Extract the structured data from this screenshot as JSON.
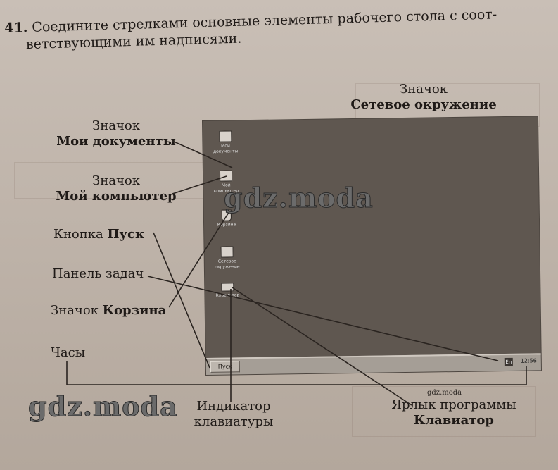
{
  "task": {
    "number": "41.",
    "line1": "Соедините стрелками основные элементы рабочего стола с соот-",
    "line2": "ветствующими им надписями."
  },
  "labels": {
    "network_line1": "Значок",
    "network_line2": "Сетевое окружение",
    "mydocs_line1": "Значок",
    "mydocs_line2": "Мои документы",
    "mycomp_line1": "Значок",
    "mycomp_line2": "Мой компьютер",
    "start_prefix": "Кнопка ",
    "start_bold": "Пуск",
    "taskbar": "Панель задач",
    "trash_prefix": "Значок ",
    "trash_bold": "Корзина",
    "clock": "Часы",
    "keyboard_line1": "Индикатор",
    "keyboard_line2": "клавиатуры",
    "shortcut_line1": "Ярлык программы",
    "shortcut_line2": "Клавиатор"
  },
  "screen": {
    "start_button": "Пуск",
    "clock_time": "12:56",
    "tray_indicator": "En",
    "icons": [
      {
        "caption": "Мои документы"
      },
      {
        "caption": "Мой компьютер"
      },
      {
        "caption": "Корзина"
      },
      {
        "caption": "Сетевое окружение"
      },
      {
        "caption": "Клавиатор"
      }
    ]
  },
  "watermarks": {
    "main": "gdz.moda",
    "small": "gdz.moda"
  },
  "colors": {
    "paper": "#c5bab0",
    "screen": "#5f5750",
    "taskbar": "#a59e96",
    "ink": "#1f1a17"
  }
}
